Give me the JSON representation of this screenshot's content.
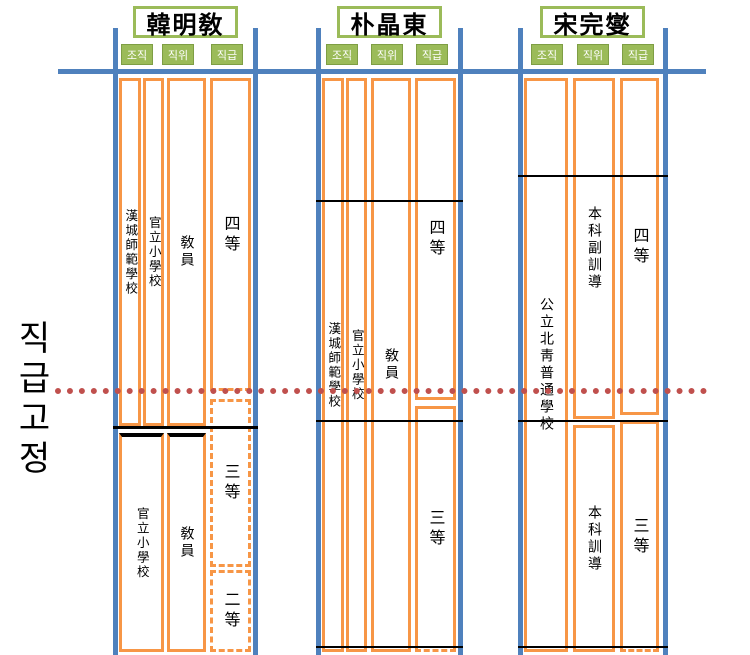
{
  "page": {
    "left_axis_label": "직급고정"
  },
  "column_headers": [
    "조직",
    "직위",
    "직급"
  ],
  "colors": {
    "bar_blue": "#4F81BD",
    "header_green": "#9BBB59",
    "box_orange": "#F79646",
    "dotted_red": "#C0504D"
  },
  "persons": [
    {
      "name": "韓明敎",
      "boxes": [
        "漢城師範學校",
        "官立小學校",
        "敎員",
        "四等",
        "三等",
        "二等",
        "官立小學校",
        "敎員"
      ]
    },
    {
      "name": "朴晶東",
      "boxes": [
        "漢城師範學校",
        "官立小學校",
        "敎員",
        "四等",
        "三等"
      ]
    },
    {
      "name": "宋完燮",
      "boxes": [
        "公立北靑普通學校",
        "本科副訓導",
        "本科訓導",
        "四等",
        "三等"
      ]
    }
  ]
}
